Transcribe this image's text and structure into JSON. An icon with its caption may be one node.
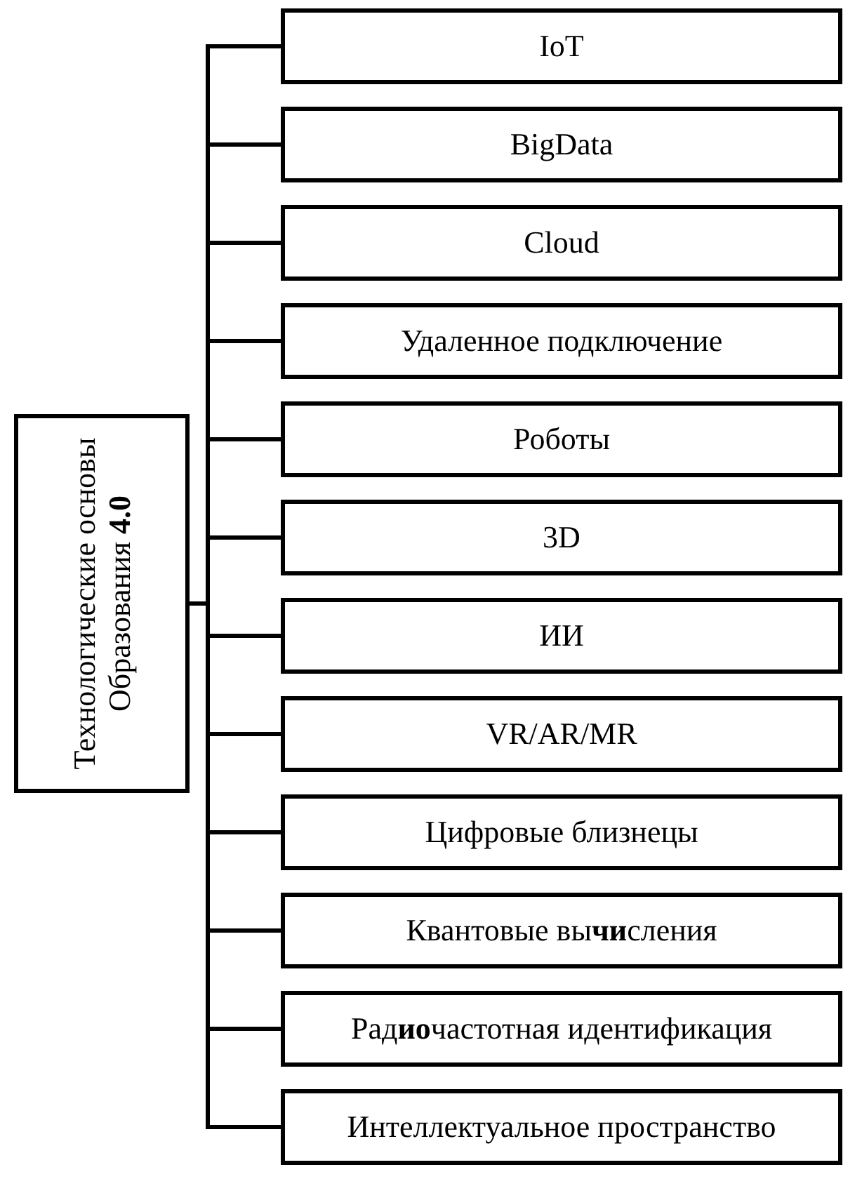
{
  "diagram": {
    "nodes": [
      {
        "text": [
          "Технологические основы Образования **4.0**"
        ]
      },
      {
        "text": [
          "IoT"
        ]
      },
      {
        "text": [
          "BigData"
        ]
      },
      {
        "text": [
          "Cloud"
        ]
      },
      {
        "text": [
          "Удаленное подключение"
        ]
      },
      {
        "text": [
          "Роботы"
        ]
      },
      {
        "text": [
          "3D"
        ]
      },
      {
        "text": [
          "ИИ"
        ]
      },
      {
        "text": [
          "VR/AR/MR"
        ]
      },
      {
        "text": [
          "Цифровые близнецы"
        ]
      },
      {
        "text": [
          "Квантовые вы**чи**сления"
        ]
      },
      {
        "text": [
          "Рад**ио**частотная идентификация"
        ]
      },
      {
        "text": [
          "Интеллектуальное пространство"
        ]
      }
    ],
    "edges": [
      {
        "from": 0,
        "to": 1,
        "arrow": "none"
      },
      {
        "from": 0,
        "to": 2,
        "arrow": "none"
      },
      {
        "from": 0,
        "to": 3,
        "arrow": "none"
      },
      {
        "from": 0,
        "to": 4,
        "arrow": "none"
      },
      {
        "from": 0,
        "to": 5,
        "arrow": "none"
      },
      {
        "from": 0,
        "to": 6,
        "arrow": "none"
      },
      {
        "from": 0,
        "to": 7,
        "arrow": "none"
      },
      {
        "from": 0,
        "to": 8,
        "arrow": "none"
      },
      {
        "from": 0,
        "to": 9,
        "arrow": "none"
      },
      {
        "from": 0,
        "to": 10,
        "arrow": "none"
      },
      {
        "from": 0,
        "to": 11,
        "arrow": "none"
      },
      {
        "from": 0,
        "to": 12,
        "arrow": "none"
      }
    ]
  }
}
